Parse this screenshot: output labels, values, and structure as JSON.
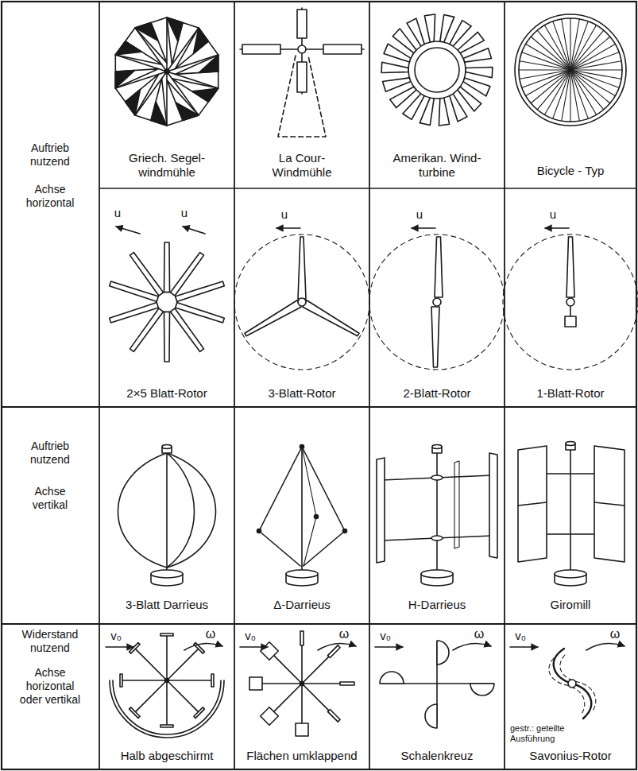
{
  "diagram": {
    "labels": [
      "Auftrieb nutzend",
      "Achse horizontal",
      "Griech. Segel- windmühle",
      "La Cour- Windmühle",
      "Amerikan. Wind- turbine",
      "Bicycle - Typ",
      "u",
      "u",
      "u",
      "u",
      "u",
      "2×5 Blatt-Rotor",
      "3-Blatt-Rotor",
      "2-Blatt-Rotor",
      "1-Blatt-Rotor",
      "Auftrieb nutzend",
      "Achse vertikal",
      "3-Blatt Darrieus",
      "Δ-Darrieus",
      "H-Darrieus",
      "Giromill",
      "Widerstand nutzend",
      "Achse horizontal oder vertikal",
      "v₀",
      "ω",
      "v₀",
      "ω",
      "v₀",
      "ω",
      "v₀",
      "ω",
      "gestr.: geteilte Ausführung",
      "Halb abgeschirmt",
      "Flächen umklappend",
      "Schalenkreuz",
      "Savonius-Rotor"
    ]
  }
}
